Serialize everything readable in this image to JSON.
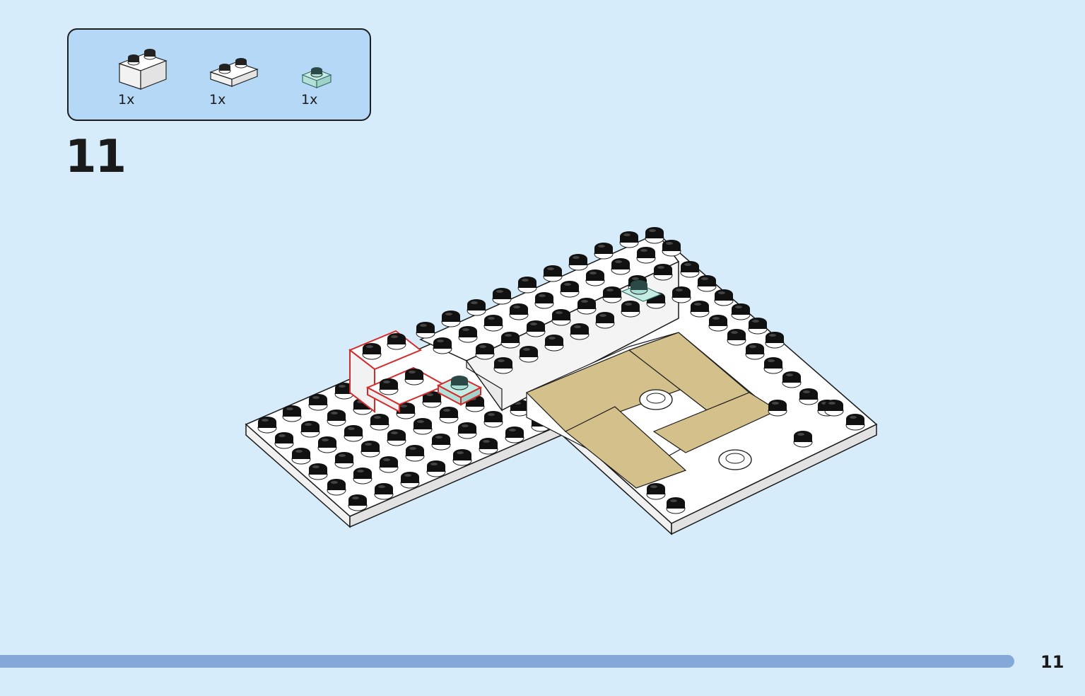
{
  "step": {
    "number": "11"
  },
  "parts": [
    {
      "name": "white-brick-1x2-icon",
      "quantity": "1x"
    },
    {
      "name": "white-plate-1x2-icon",
      "quantity": "1x"
    },
    {
      "name": "trans-light-blue-plate-1x1-icon",
      "quantity": "1x"
    }
  ],
  "page": {
    "number": "11"
  },
  "colors": {
    "background": "#d6ecfb",
    "callout": "#b4d8f5",
    "progress": "#84a8d8",
    "highlight": "#d42a2a",
    "tan_tile": "#d4c08a",
    "trans_light_blue": "#b8e3dc"
  }
}
